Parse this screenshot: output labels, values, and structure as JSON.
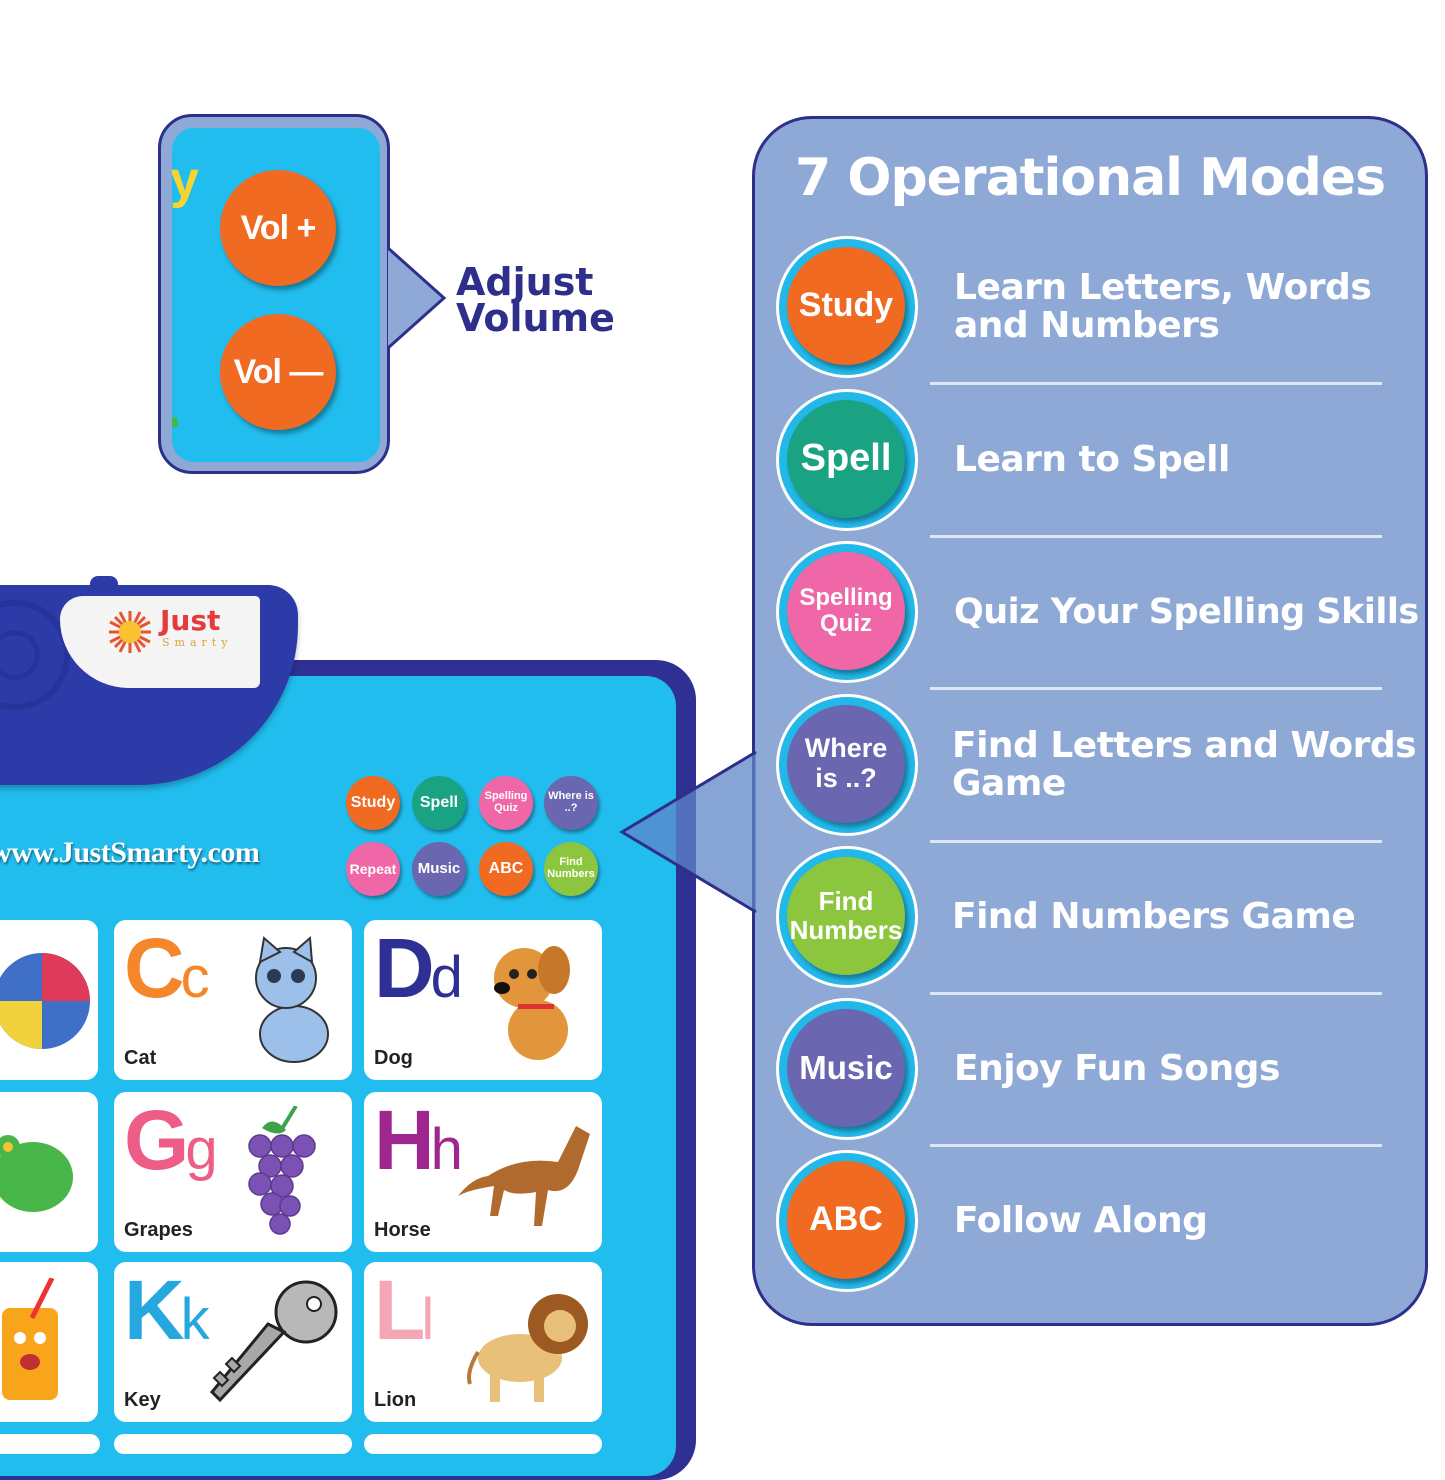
{
  "volume_callout": {
    "buttons": [
      {
        "label": "Vol +",
        "color": "#f06a22"
      },
      {
        "label": "Vol —",
        "color": "#f06a22"
      }
    ],
    "label_line1": "Adjust",
    "label_line2": "Volume",
    "partial_letter": "y"
  },
  "modes_panel": {
    "title": "7 Operational Modes",
    "modes": [
      {
        "button": "Study",
        "color": "#f06a22",
        "description": "Learn Letters, Words and Numbers"
      },
      {
        "button": "Spell",
        "color": "#1aa382",
        "description": "Learn to Spell"
      },
      {
        "button": "Spelling Quiz",
        "color": "#ef67a6",
        "description": "Quiz Your Spelling Skills"
      },
      {
        "button": "Where is ..?",
        "color": "#6b66b0",
        "description": "Find Letters and Words Game"
      },
      {
        "button": "Find Numbers",
        "color": "#8cc63f",
        "description": "Find Numbers Game"
      },
      {
        "button": "Music",
        "color": "#6b66b0",
        "description": "Enjoy Fun Songs"
      },
      {
        "button": "ABC",
        "color": "#f06a22",
        "description": "Follow Along"
      }
    ]
  },
  "poster": {
    "brand_name": "Just",
    "brand_sub": "Smarty",
    "website": "www.JustSmarty.com",
    "buttons_row1": [
      {
        "label": "Study",
        "color": "#f06a22"
      },
      {
        "label": "Spell",
        "color": "#1aa382"
      },
      {
        "label": "Spelling Quiz",
        "color": "#ef67a6"
      },
      {
        "label": "Where is ..?",
        "color": "#6b66b0"
      }
    ],
    "buttons_row2": [
      {
        "label": "Repeat",
        "color": "#ef67a6"
      },
      {
        "label": "Music",
        "color": "#6b66b0"
      },
      {
        "label": "ABC",
        "color": "#f06a22"
      },
      {
        "label": "Find Numbers",
        "color": "#8cc63f"
      }
    ],
    "cards": [
      {
        "upper": "C",
        "lower": "c",
        "word": "Cat",
        "color": "#f5862a",
        "picture": "cat"
      },
      {
        "upper": "D",
        "lower": "d",
        "word": "Dog",
        "color": "#2e3094",
        "picture": "dog"
      },
      {
        "upper": "G",
        "lower": "g",
        "word": "Grapes",
        "color": "#ee5d86",
        "picture": "grapes"
      },
      {
        "upper": "H",
        "lower": "h",
        "word": "Horse",
        "color": "#a0268f",
        "picture": "horse"
      },
      {
        "upper": "K",
        "lower": "k",
        "word": "Key",
        "color": "#27a7df",
        "picture": "key"
      },
      {
        "upper": "L",
        "lower": "l",
        "word": "Lion",
        "color": "#f4a6b4",
        "picture": "lion"
      }
    ],
    "partial_cards": [
      "ball",
      "frog",
      "juice"
    ]
  }
}
